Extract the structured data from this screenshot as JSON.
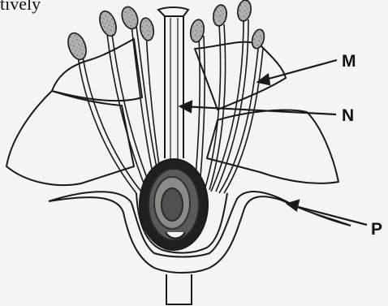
{
  "header": {
    "partial_text": "tively"
  },
  "labels": {
    "m": "M",
    "n": "N",
    "p": "P"
  },
  "colors": {
    "ink": "#1a1a1a",
    "paper": "#f4f4f2",
    "anther": "#a9a9a6",
    "ovary_dark": "#202020"
  }
}
